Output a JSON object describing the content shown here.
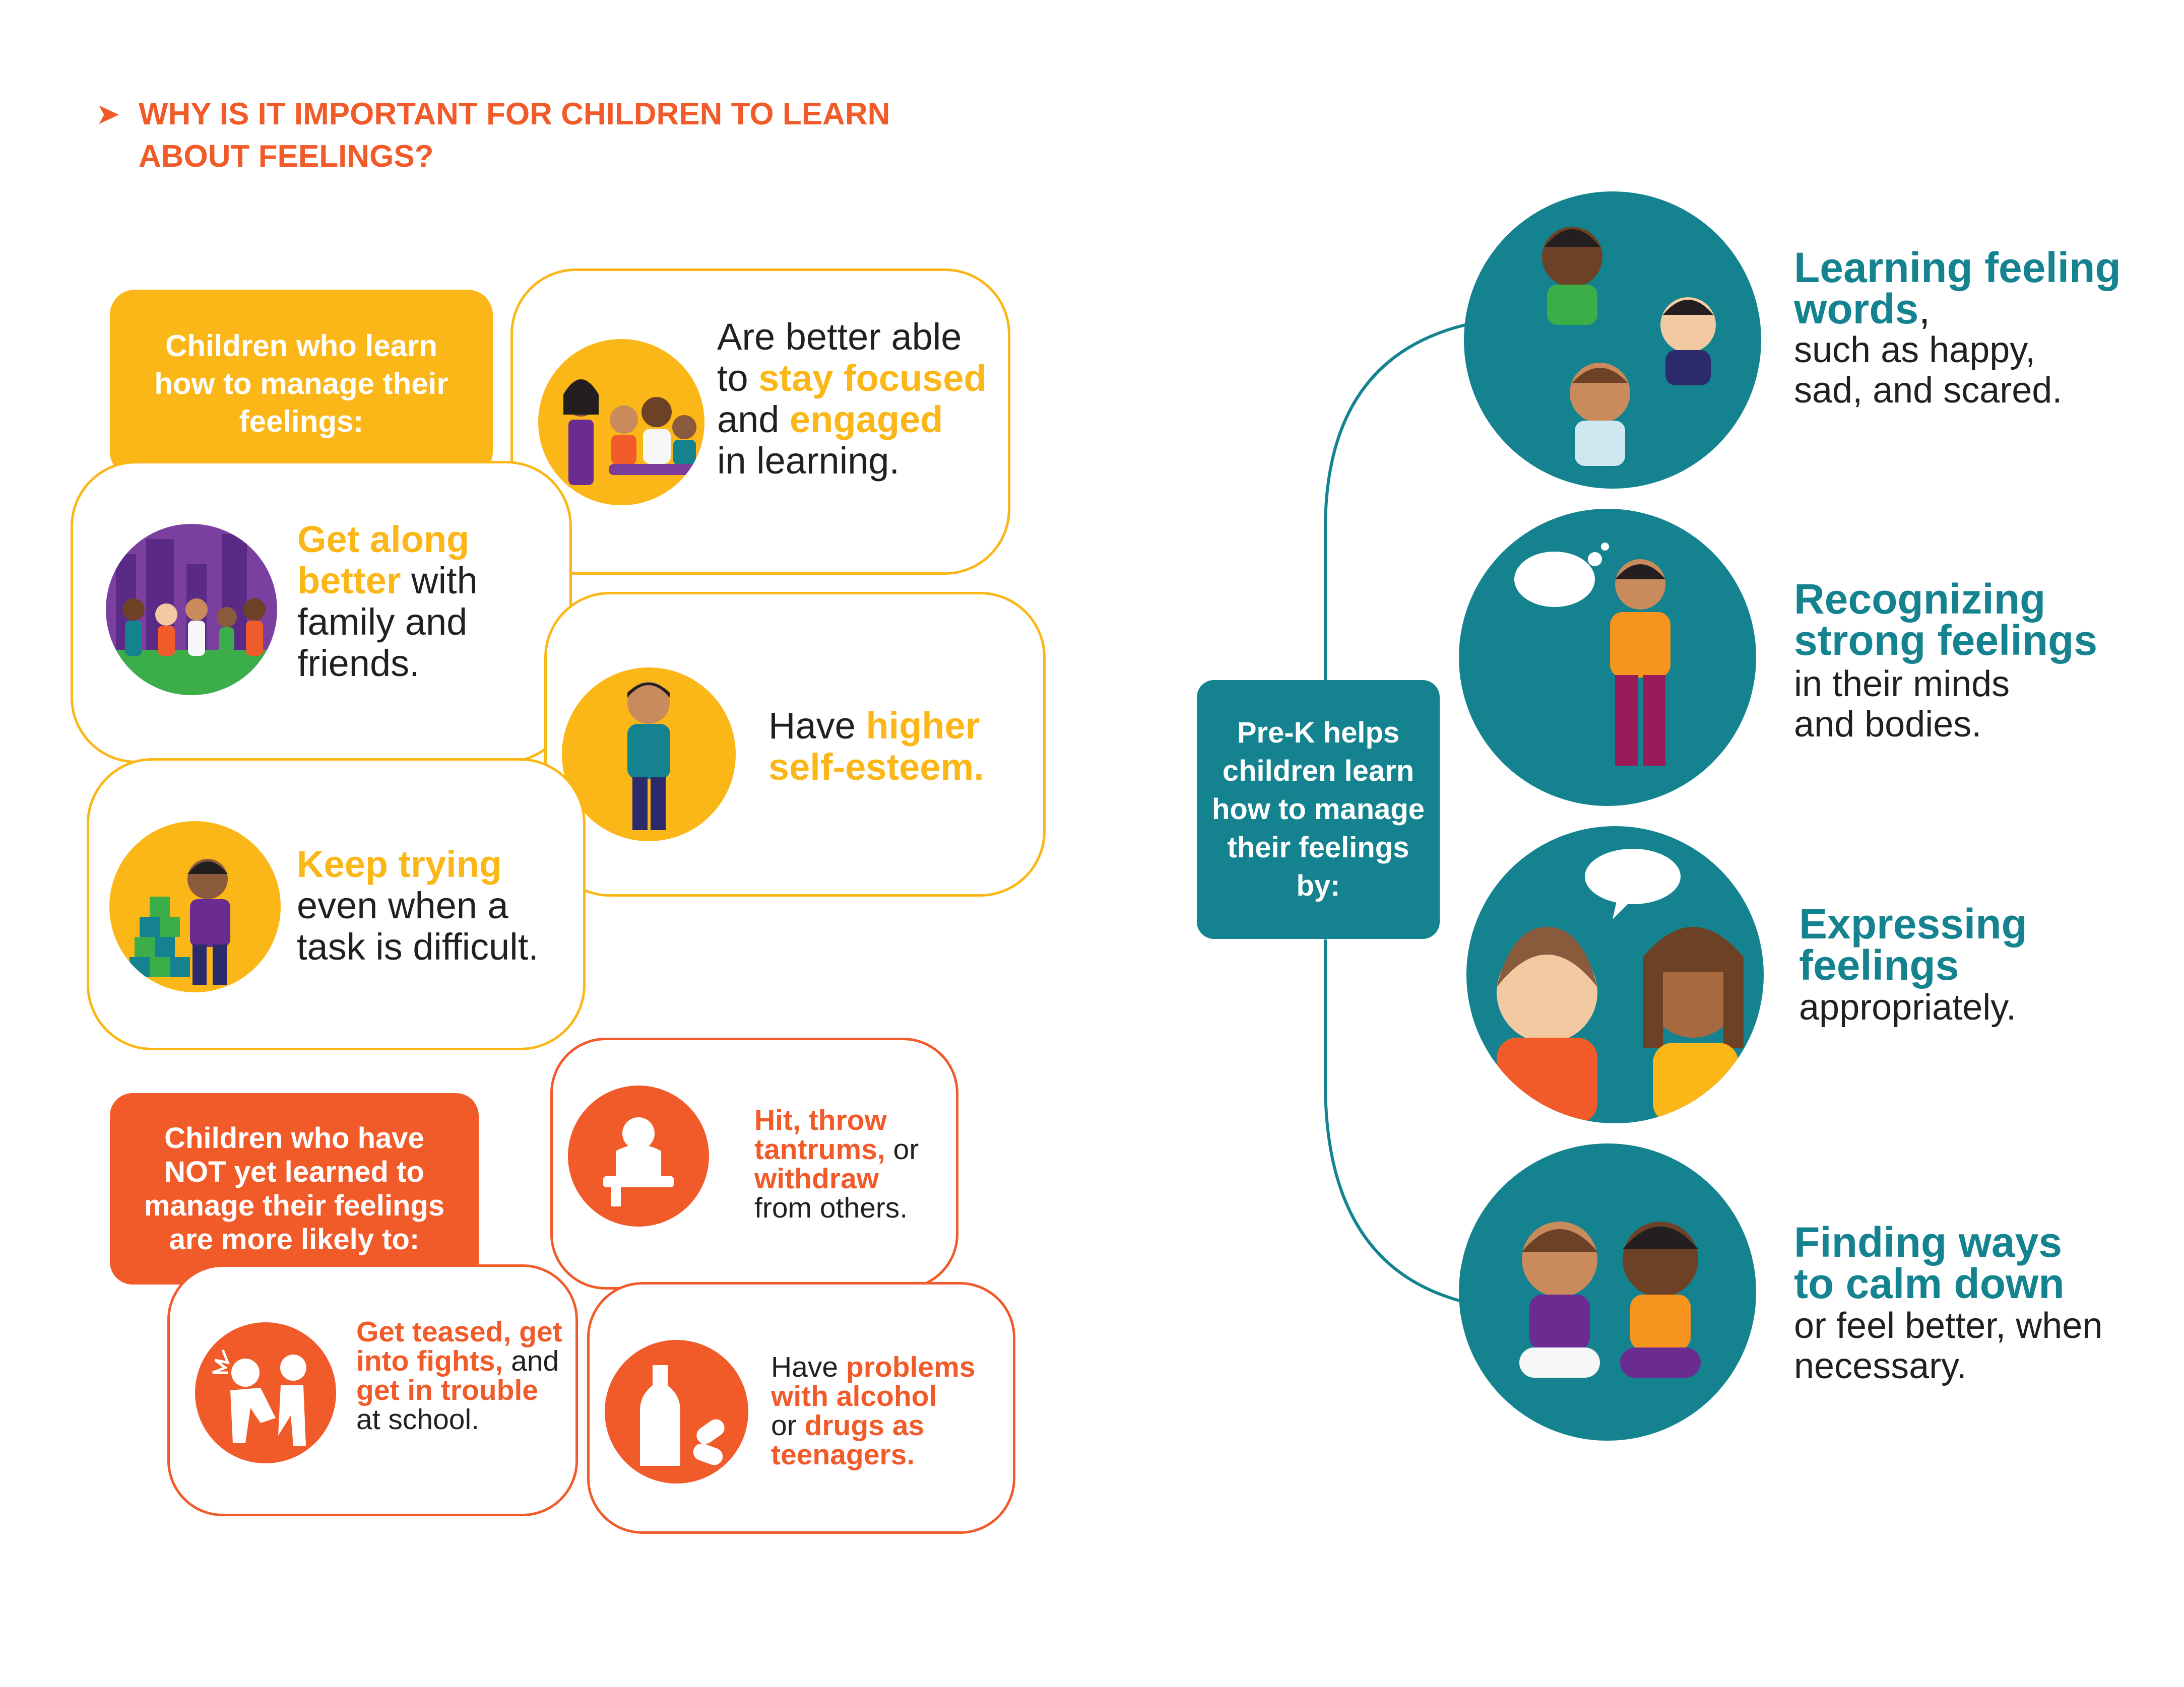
{
  "heading": {
    "arrow": "➤",
    "text": "WHY IS IT IMPORTANT FOR CHILDREN TO LEARN ABOUT FEELINGS?"
  },
  "positive": {
    "label": "Children who learn how to manage their feelings:",
    "cards": [
      {
        "pre": "Are better able to ",
        "hl1": "stay focused",
        "mid": " and ",
        "hl2": "engaged",
        "post": " in learning."
      },
      {
        "hl1": "Get along better",
        "post": " with family and friends."
      },
      {
        "pre": "Have ",
        "hl1": "higher self-esteem."
      },
      {
        "hl1": "Keep trying",
        "post": " even when a task is difficult."
      }
    ]
  },
  "negative": {
    "label": "Children who have NOT yet learned to manage their feelings are more likely to:",
    "cards": [
      {
        "hl1": "Hit, throw tantrums,",
        "mid": " or ",
        "hl2": "withdraw",
        "post": " from others."
      },
      {
        "hl1": "Get teased, get into fights,",
        "mid": " and ",
        "hl2": "get in trouble",
        "post": " at school."
      },
      {
        "pre": "Have ",
        "hl1": "problems with alcohol",
        "mid": " or ",
        "hl2": "drugs as teenagers."
      }
    ]
  },
  "prek": {
    "label": "Pre-K helps children learn how to manage their feelings by:",
    "items": [
      {
        "title": "Learning feeling words",
        "title_suffix": ",",
        "body": "such as happy, sad, and scared."
      },
      {
        "title": "Recognizing strong feelings",
        "body": "in their minds and bodies."
      },
      {
        "title": "Expressing feelings",
        "body": "appropriately."
      },
      {
        "title": "Finding ways to calm down",
        "body": "or feel better, when necessary."
      }
    ]
  },
  "icons": {
    "positive": [
      "classroom-reading-icon",
      "friends-city-icon",
      "proud-child-icon",
      "block-tower-child-icon"
    ],
    "negative": [
      "withdrawn-child-icon",
      "fighting-children-icon",
      "bottle-pills-icon"
    ],
    "prek": [
      "faces-feelings-icon",
      "confused-child-icon",
      "talking-children-icon",
      "calm-breathing-children-icon"
    ]
  },
  "colors": {
    "yellow": "#fbb617",
    "orange": "#f15a29",
    "teal": "#14838f"
  }
}
